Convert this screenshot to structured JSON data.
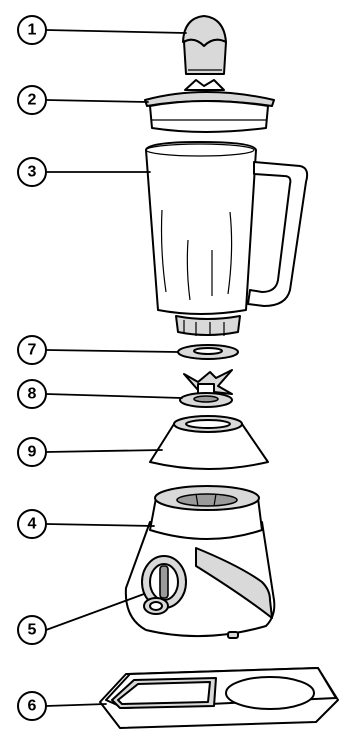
{
  "callouts": [
    {
      "id": "1",
      "label": "1"
    },
    {
      "id": "2",
      "label": "2"
    },
    {
      "id": "3",
      "label": "3"
    },
    {
      "id": "7",
      "label": "7"
    },
    {
      "id": "8",
      "label": "8"
    },
    {
      "id": "9",
      "label": "9"
    },
    {
      "id": "4",
      "label": "4"
    },
    {
      "id": "5",
      "label": "5"
    },
    {
      "id": "6",
      "label": "6"
    }
  ]
}
